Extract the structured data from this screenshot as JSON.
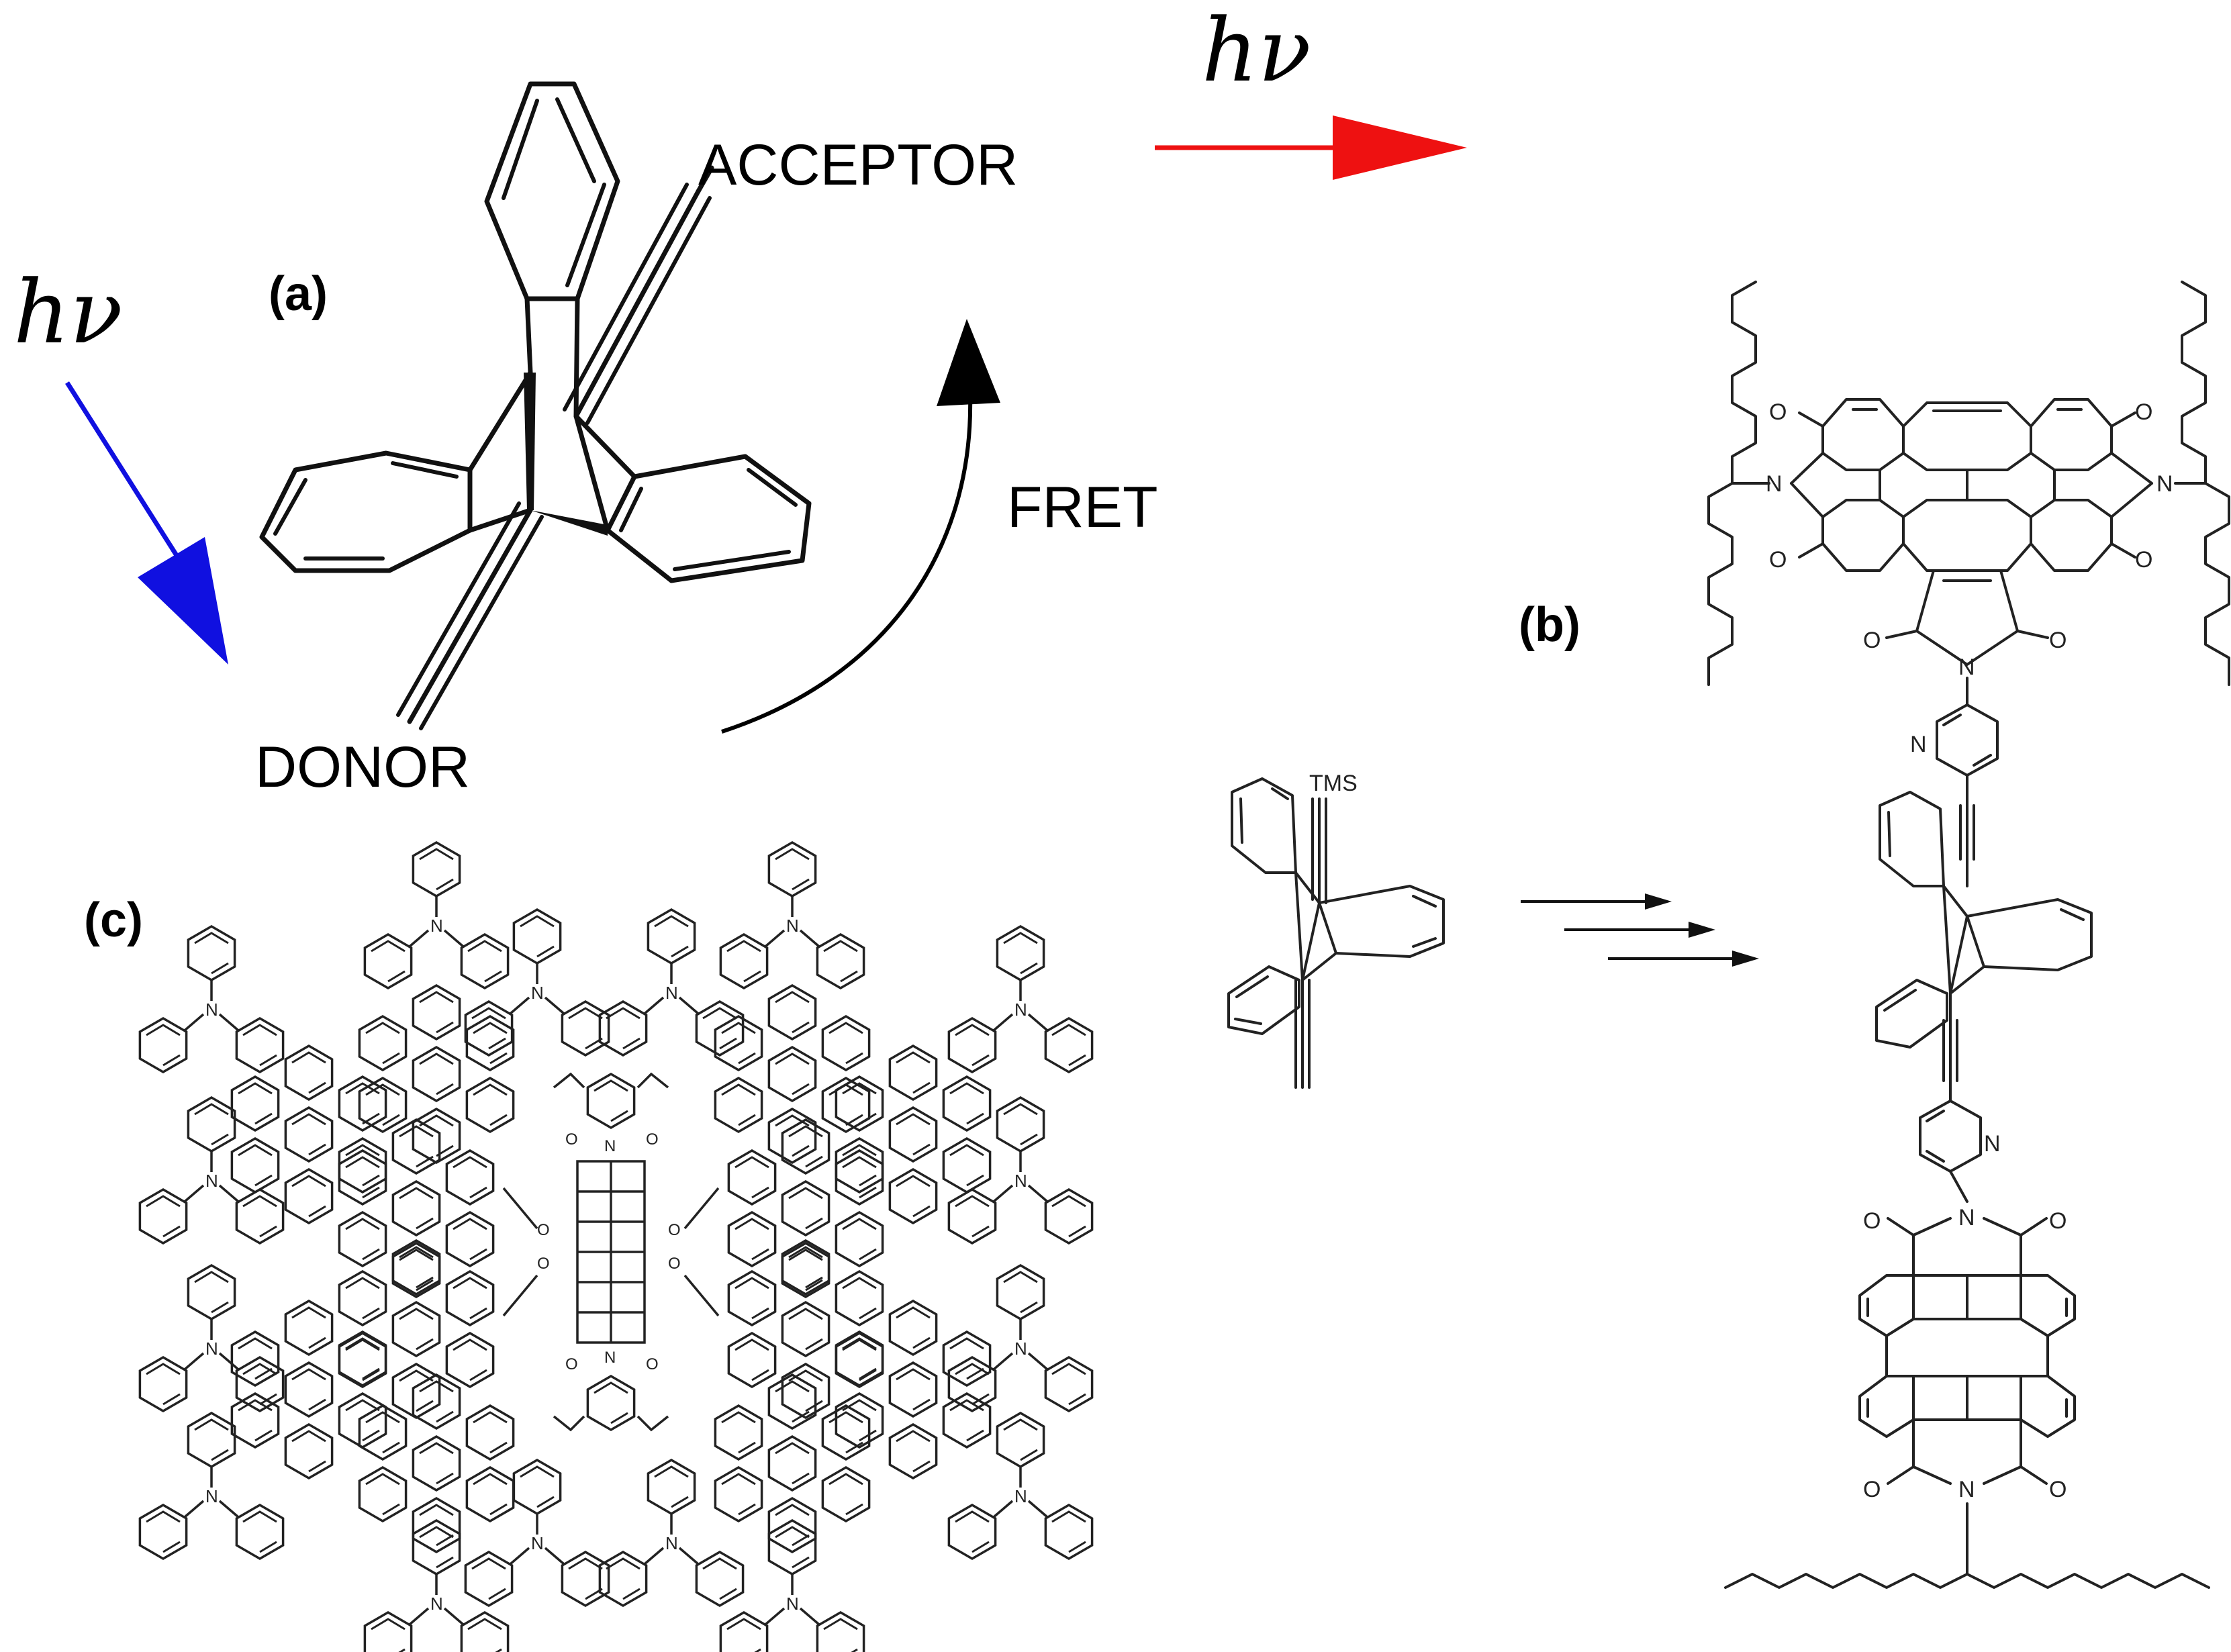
{
  "labels": {
    "panel_a": "(a)",
    "panel_b": "(b)",
    "panel_c": "(c)",
    "acceptor": "ACCEPTOR",
    "donor": "DONOR",
    "fret": "FRET",
    "hv_in": "hν",
    "hv_out": "hν",
    "tms": "TMS"
  },
  "atoms": {
    "N": "N",
    "O": "O"
  },
  "colors": {
    "excitation_arrow": "#1010e0",
    "emission_arrow": "#ee1111",
    "fret_arrow": "#000000"
  },
  "icons": {
    "excitation": "arrow-down-right-icon",
    "emission": "arrow-right-icon",
    "fret": "curved-arrow-icon",
    "synthesis": "multistep-arrows-icon"
  }
}
